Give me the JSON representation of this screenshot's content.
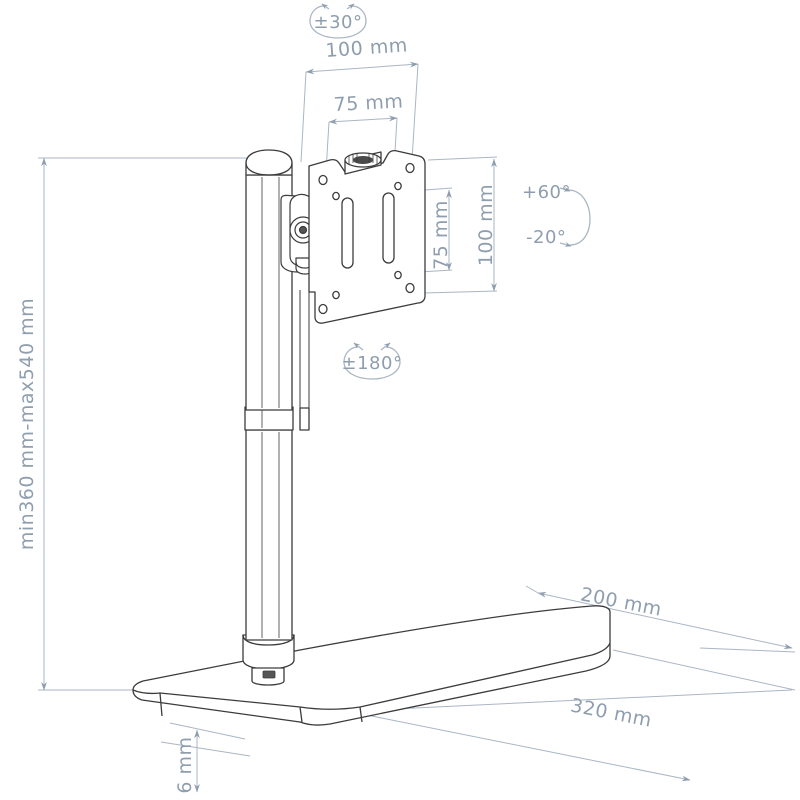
{
  "drawing": {
    "title": "Monitor stand technical dimension drawing",
    "background_color": "#ffffff",
    "dimension_color": "#8f9eae",
    "outline_color": "#3c3c3c",
    "detail_color": "#6d6d6d"
  },
  "dimensions": {
    "vesa_width_outer": "100 mm",
    "vesa_width_inner": "75 mm",
    "vesa_height_inner": "75 mm",
    "vesa_height_outer": "100 mm",
    "height_range": "min360 mm-max540 mm",
    "base_depth": "200 mm",
    "base_width": "320 mm",
    "base_thickness": "6 mm"
  },
  "angles": {
    "swivel_top": "±30°",
    "tilt_up": "+60°",
    "tilt_down": "-20°",
    "rotation": "±180°"
  }
}
